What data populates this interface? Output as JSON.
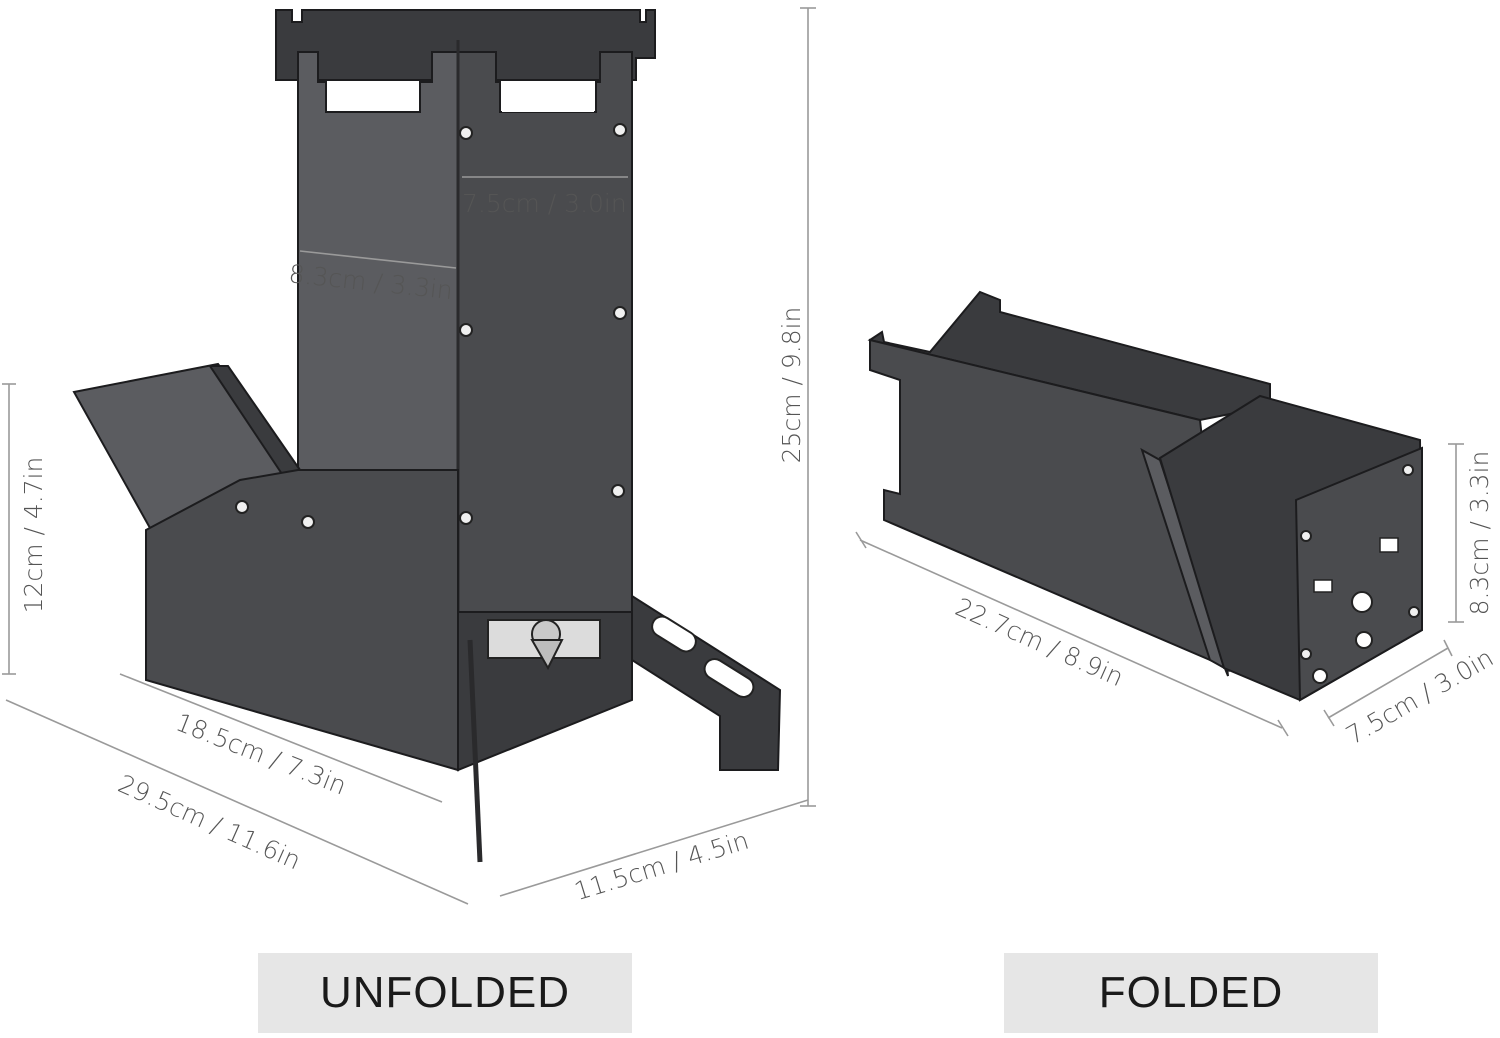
{
  "labels": {
    "unfolded": "UNFOLDED",
    "folded": "FOLDED"
  },
  "dimensions": {
    "top_inner_width": "7.5cm / 3.0in",
    "inner_depth": "8.3cm / 3.3in",
    "total_height": "25cm / 9.8in",
    "feed_height": "12cm / 4.7in",
    "base_length": "18.5cm / 7.3in",
    "total_length": "29.5cm / 11.6in",
    "base_width": "11.5cm / 4.5in",
    "folded_length": "22.7cm / 8.9in",
    "folded_width": "7.5cm / 3.0in",
    "folded_height": "8.3cm / 3.3in"
  }
}
